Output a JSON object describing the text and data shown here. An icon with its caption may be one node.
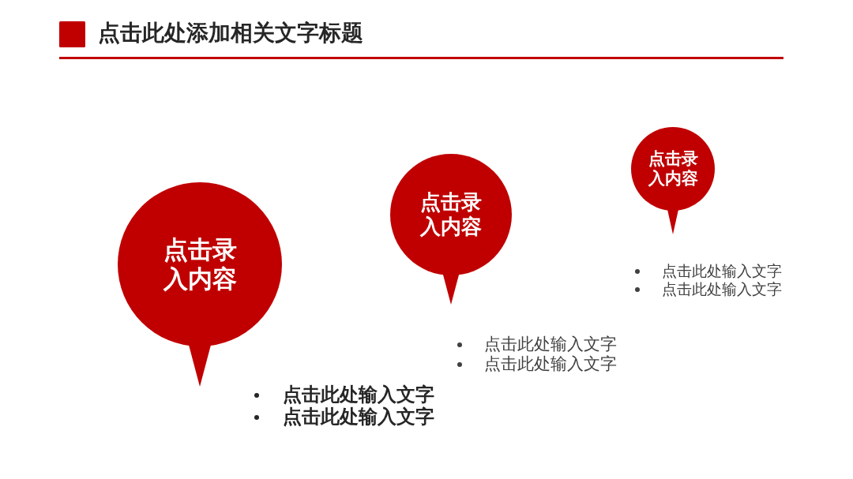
{
  "diagram": {
    "title": "点击此处添加相关文字标题",
    "nodes": [
      {
        "text": [
          "点击录入内容"
        ],
        "beside": [
          "点击此处输入文字",
          "点击此处输入文字"
        ]
      },
      {
        "text": [
          "点击录入内容"
        ],
        "beside": [
          "点击此处输入文字",
          "点击此处输入文字"
        ]
      },
      {
        "text": [
          "点击录入内容"
        ],
        "beside": [
          "点击此处输入文字",
          "点击此处输入文字"
        ]
      }
    ]
  }
}
